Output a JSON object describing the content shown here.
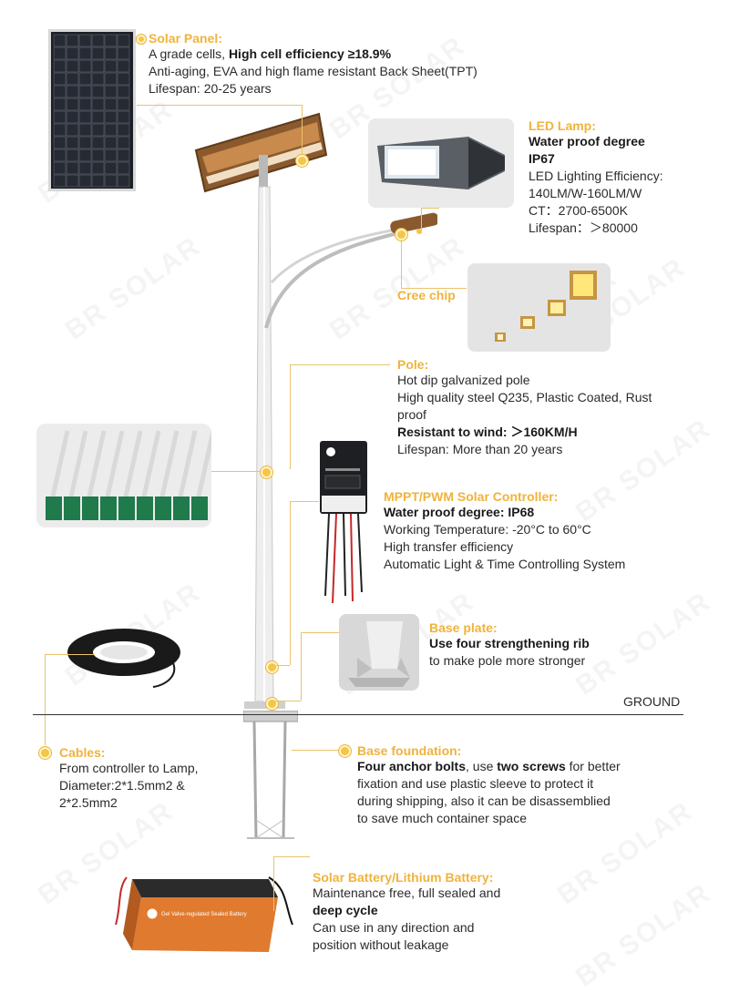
{
  "watermark": "BR SOLAR",
  "colors": {
    "accent": "#f0b33c",
    "line": "#e9c46a",
    "text": "#2b2b2b",
    "pole_green": "#1f7a4c"
  },
  "solar_panel": {
    "title": "Solar Panel:",
    "line1_pre": "A grade cells, ",
    "line1_bold": "High cell efficiency ≥18.9%",
    "line2": "Anti-aging, EVA and high flame resistant Back Sheet(TPT)",
    "line3": "Lifespan: 20-25 years"
  },
  "led_lamp": {
    "title": "LED Lamp:",
    "bold1": "Water proof degree",
    "bold2": "IP67",
    "line1": "LED Lighting Efficiency:",
    "line2": "140LM/W-160LM/W",
    "line3": "CT：2700-6500K",
    "line4": "Lifespan：＞80000"
  },
  "cree_chip": {
    "title": "Cree chip"
  },
  "pole": {
    "title": "Pole:",
    "line1": "Hot dip galvanized pole",
    "line2": "High quality steel Q235, Plastic Coated, Rust",
    "line3": "proof",
    "line4_bold": "Resistant to wind:  ＞160KM/H",
    "line5": "Lifespan: More than 20 years"
  },
  "controller": {
    "title": "MPPT/PWM Solar Controller:",
    "bold1": "Water proof degree: IP68",
    "line1": "Working Temperature: -20°C to 60°C",
    "line2": "High transfer efficiency",
    "line3": "Automatic Light & Time Controlling System"
  },
  "base_plate": {
    "title": "Base plate:",
    "bold1": "Use four strengthening rib",
    "line1": "to make pole more stronger"
  },
  "ground_label": "GROUND",
  "cables": {
    "title": "Cables:",
    "line1": "From controller to Lamp,",
    "line2": "Diameter:2*1.5mm2 &",
    "line3": "2*2.5mm2"
  },
  "base_foundation": {
    "title": "Base foundation:",
    "bold1": "Four anchor bolts",
    "text1": ", use ",
    "bold2": "two screws",
    "text2": " for better",
    "line2": "fixation and use plastic sleeve to protect it",
    "line3": "during shipping, also it can be disassemblied",
    "line4": "to save much container space"
  },
  "battery": {
    "title": "Solar Battery/Lithium Battery:",
    "line1": "Maintenance free, full sealed and",
    "line2_bold": "deep cycle",
    "line3": "Can use in any direction and",
    "line4": "position without leakage",
    "label": "Gel Valve-regulated Sealed Battery"
  }
}
